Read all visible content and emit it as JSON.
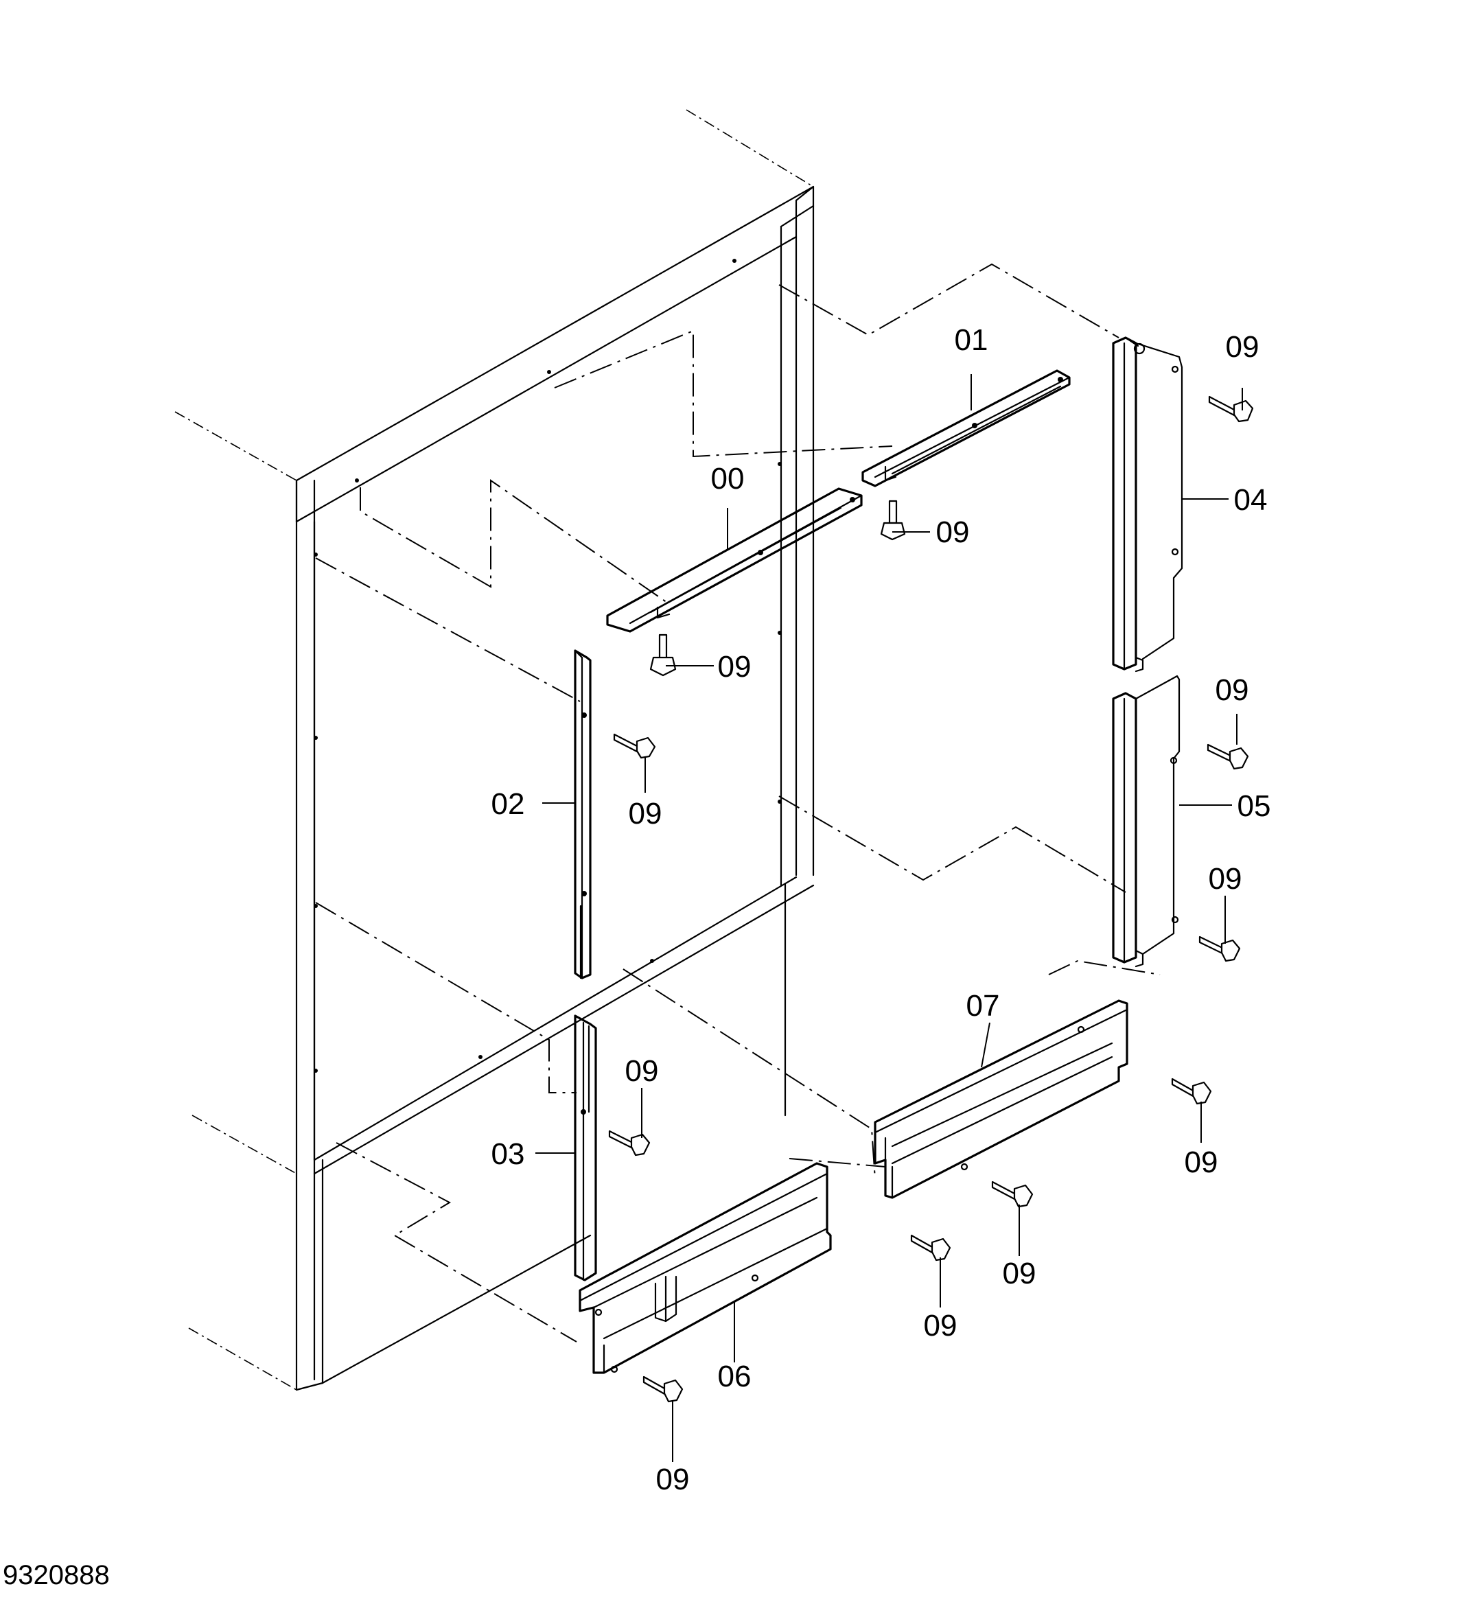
{
  "drawing_number": "9320888",
  "labels": {
    "p00": "00",
    "p01": "01",
    "p02": "02",
    "p03": "03",
    "p04": "04",
    "p05": "05",
    "p06": "06",
    "p07": "07",
    "p09": "09"
  }
}
